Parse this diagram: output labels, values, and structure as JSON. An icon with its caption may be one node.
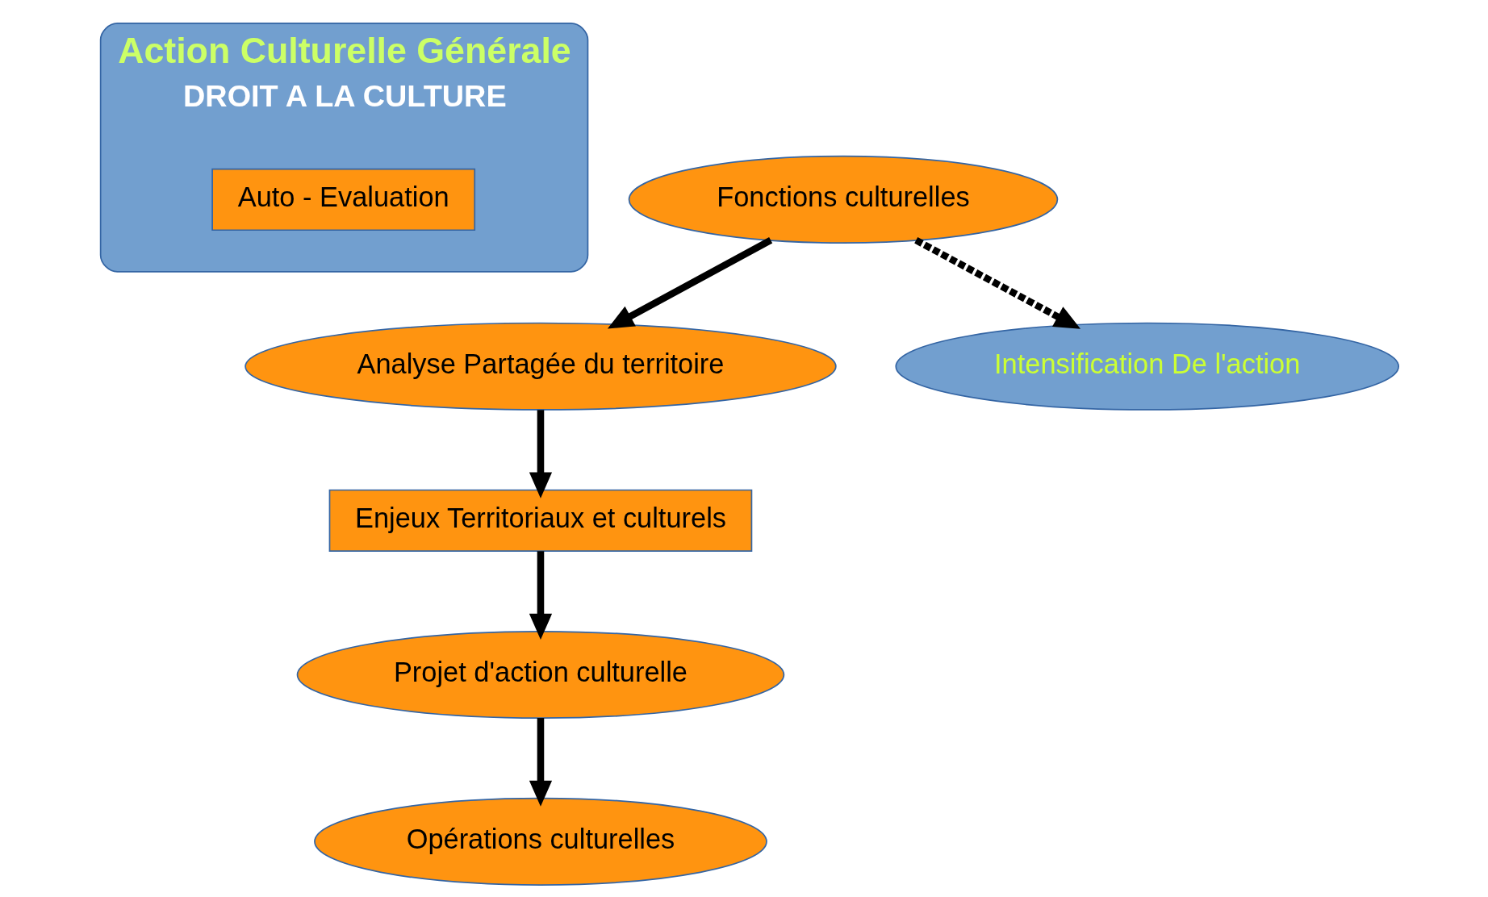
{
  "diagram": {
    "nodes": [
      {
        "text": [
          "Action Culturelle Générale",
          "DROIT A LA CULTURE"
        ]
      },
      {
        "text": [
          "Enjeux Territoriaux et culturels"
        ]
      },
      {
        "text": [
          "Projet d'action culturelle"
        ]
      },
      {
        "text": [
          "Opérations culturelles"
        ]
      },
      {
        "text": [
          "Fonctions culturelles"
        ]
      },
      {
        "text": [
          "Analyse Partagée du territoire"
        ]
      },
      {
        "text": [
          "Auto - Evaluation"
        ],
        "in": 0
      },
      {
        "text": [
          "Intensification De l'action"
        ]
      }
    ],
    "edges": [
      {
        "from": 5,
        "to": 1,
        "arrow": "to"
      },
      {
        "from": 1,
        "to": 2,
        "arrow": "to"
      },
      {
        "from": 2,
        "to": 3,
        "arrow": "to"
      },
      {
        "from": 4,
        "to": 5,
        "arrow": "to"
      },
      {
        "from": 4,
        "to": 7,
        "arrow": "to",
        "style": "dashed"
      }
    ]
  }
}
